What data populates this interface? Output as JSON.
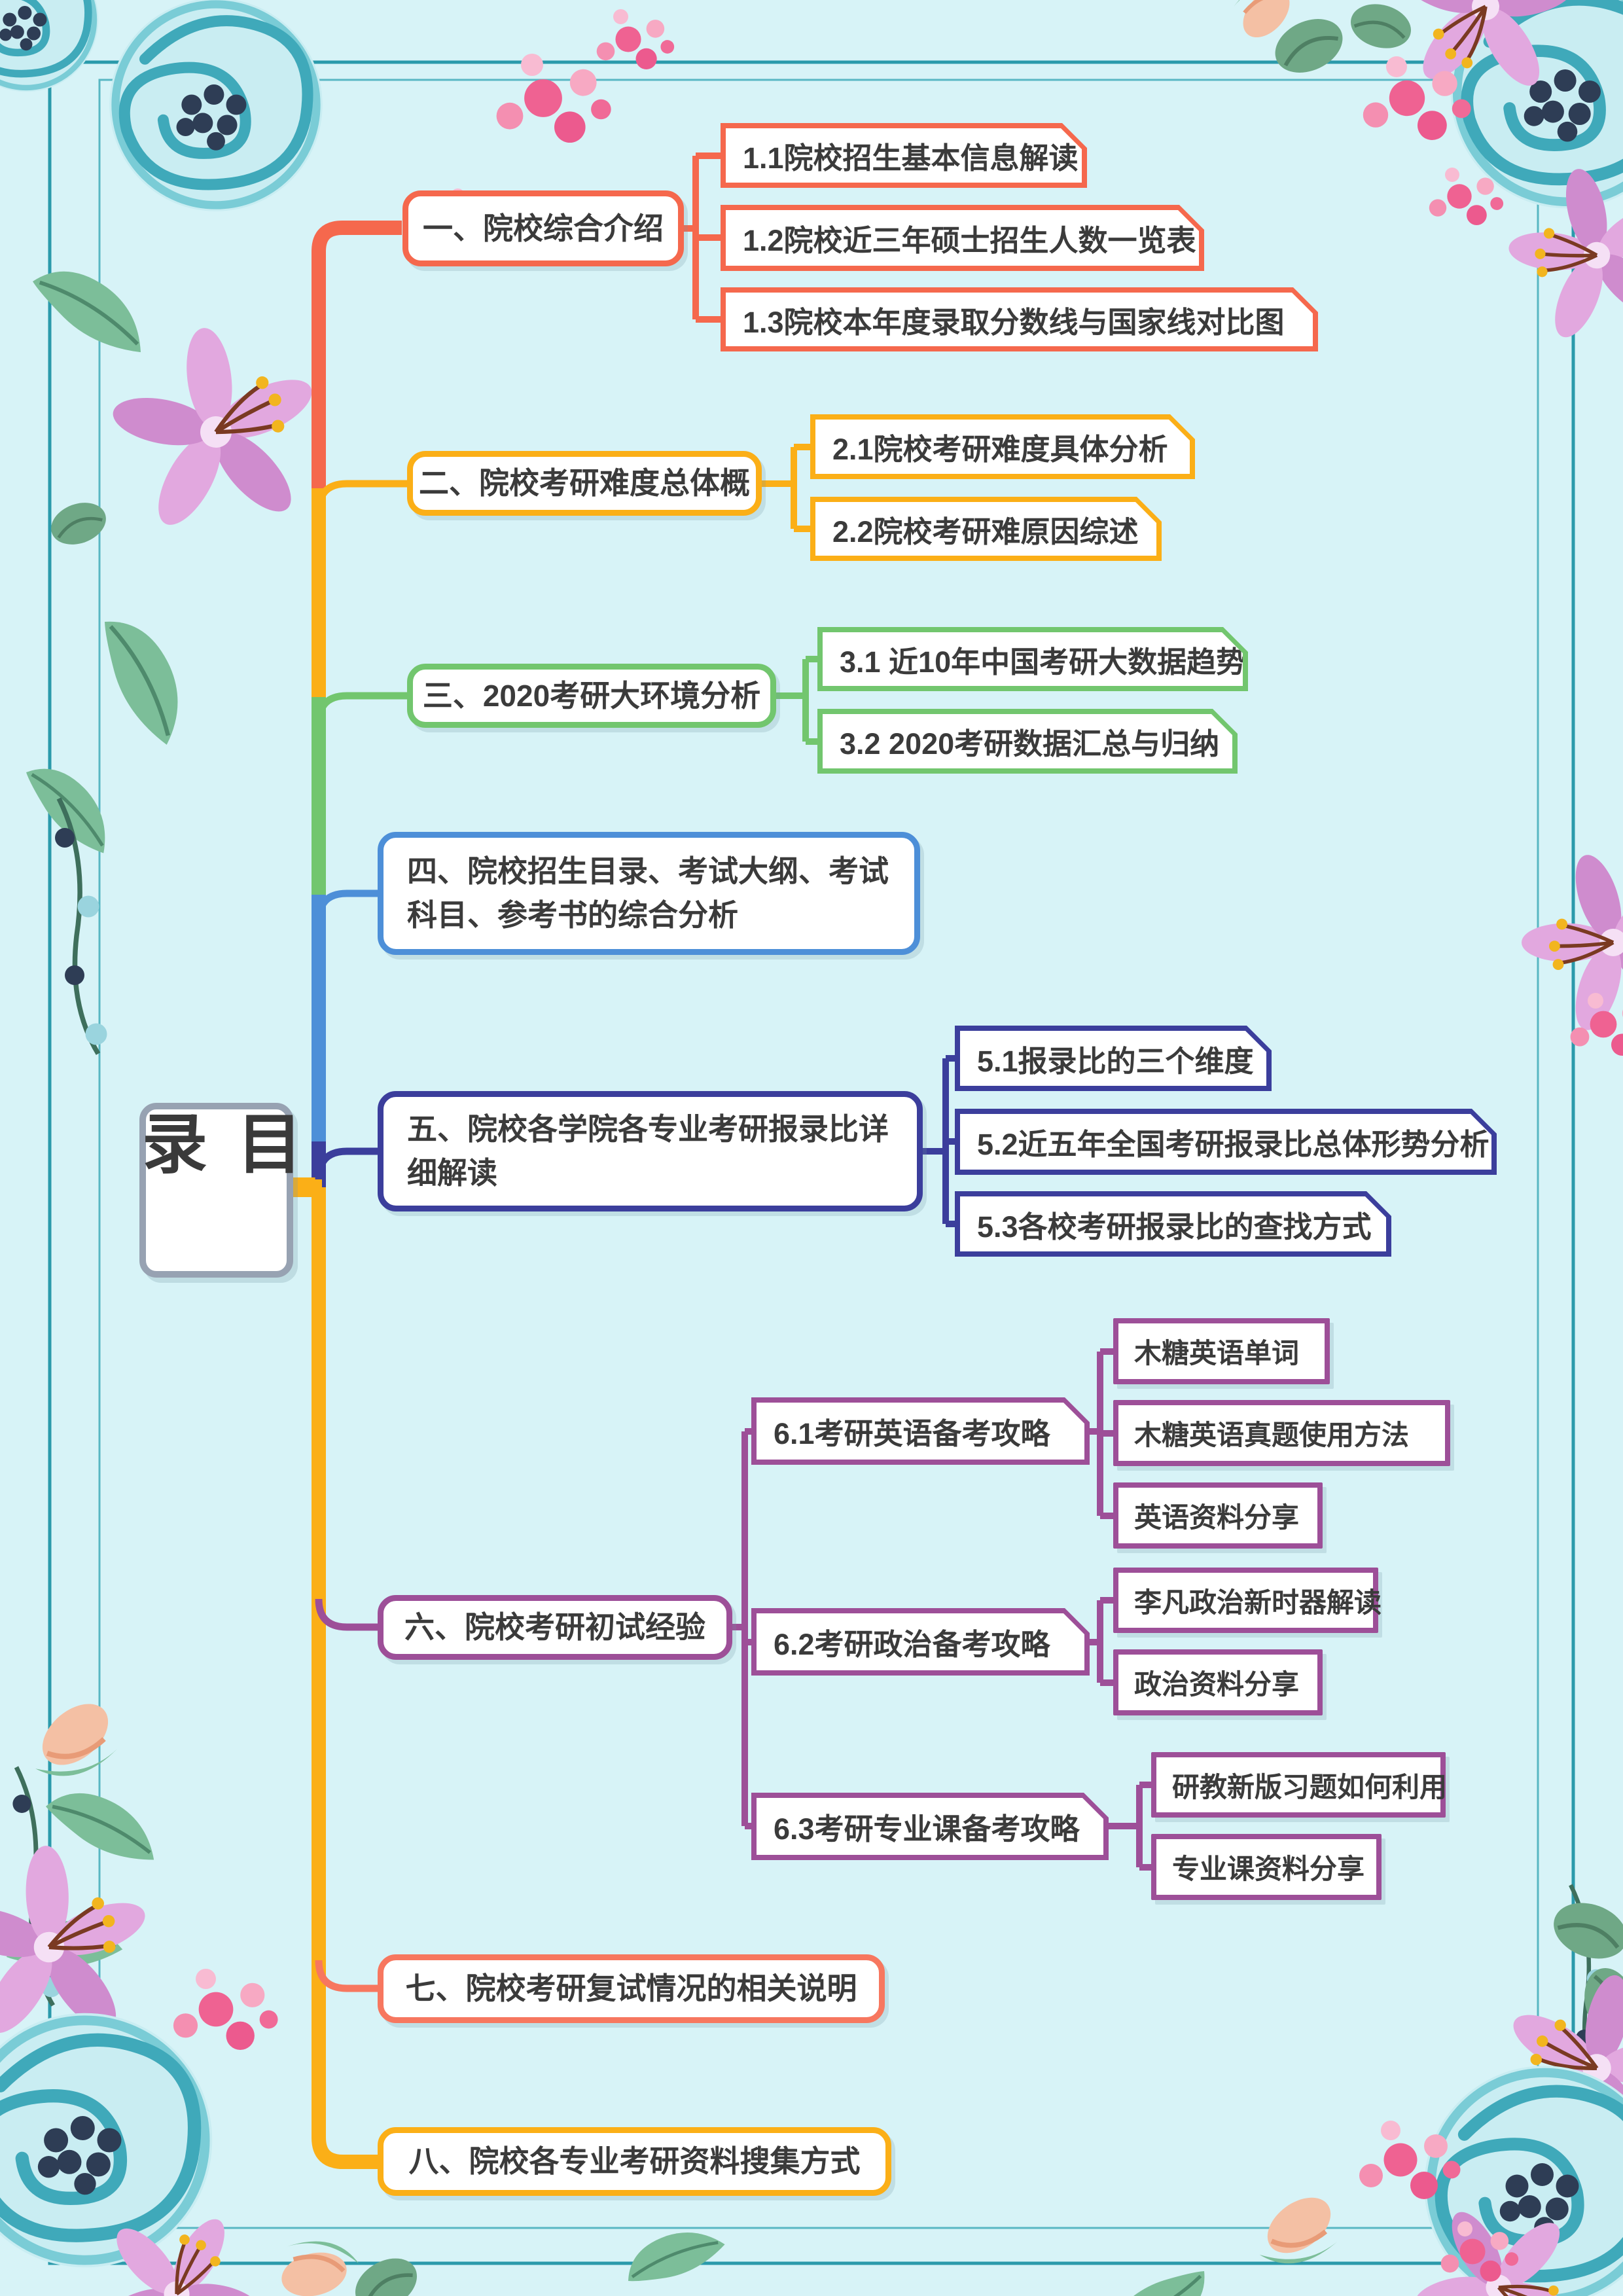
{
  "palette": {
    "background": "#D7F3F7",
    "frame_outer": "#2A9AAB",
    "frame_inner": "#58B7C3",
    "text": "#3B3B3B",
    "root_border": "#97A2B2",
    "branch1": "#F5684D",
    "branch2": "#FBAF17",
    "branch3": "#72C66E",
    "branch4": "#4D8FD8",
    "branch5": "#3B3E9C",
    "branch6": "#9D4F98",
    "branch7": "#F7775F",
    "branch8": "#FBAF17"
  },
  "root": {
    "label": "目录"
  },
  "branches": [
    {
      "label": "一、院校综合介绍",
      "children": [
        {
          "label": "1.1院校招生基本信息解读"
        },
        {
          "label": "1.2院校近三年硕士招生人数一览表"
        },
        {
          "label": "1.3院校本年度录取分数线与国家线对比图"
        }
      ]
    },
    {
      "label": "二、院校考研难度总体概",
      "children": [
        {
          "label": "2.1院校考研难度具体分析"
        },
        {
          "label": "2.2院校考研难原因综述"
        }
      ]
    },
    {
      "label": "三、2020考研大环境分析",
      "children": [
        {
          "label": "3.1 近10年中国考研大数据趋势"
        },
        {
          "label": "3.2 2020考研数据汇总与归纳"
        }
      ]
    },
    {
      "label": "四、院校招生目录、考试大纲、考试科目、参考书的综合分析",
      "children": []
    },
    {
      "label": "五、院校各学院各专业考研报录比详细解读",
      "children": [
        {
          "label": "5.1报录比的三个维度"
        },
        {
          "label": "5.2近五年全国考研报录比总体形势分析"
        },
        {
          "label": "5.3各校考研报录比的查找方式"
        }
      ]
    },
    {
      "label": "六、院校考研初试经验",
      "children": [
        {
          "label": "6.1考研英语备考攻略",
          "children": [
            {
              "label": "木糖英语单词"
            },
            {
              "label": "木糖英语真题使用方法"
            },
            {
              "label": "英语资料分享"
            }
          ]
        },
        {
          "label": "6.2考研政治备考攻略",
          "children": [
            {
              "label": "李凡政治新时器解读"
            },
            {
              "label": "政治资料分享"
            }
          ]
        },
        {
          "label": "6.3考研专业课备考攻略",
          "children": [
            {
              "label": "研教新版习题如何利用"
            },
            {
              "label": "专业课资料分享"
            }
          ]
        }
      ]
    },
    {
      "label": "七、院校考研复试情况的相关说明",
      "children": []
    },
    {
      "label": "八、院校各专业考研资料搜集方式",
      "children": []
    }
  ]
}
